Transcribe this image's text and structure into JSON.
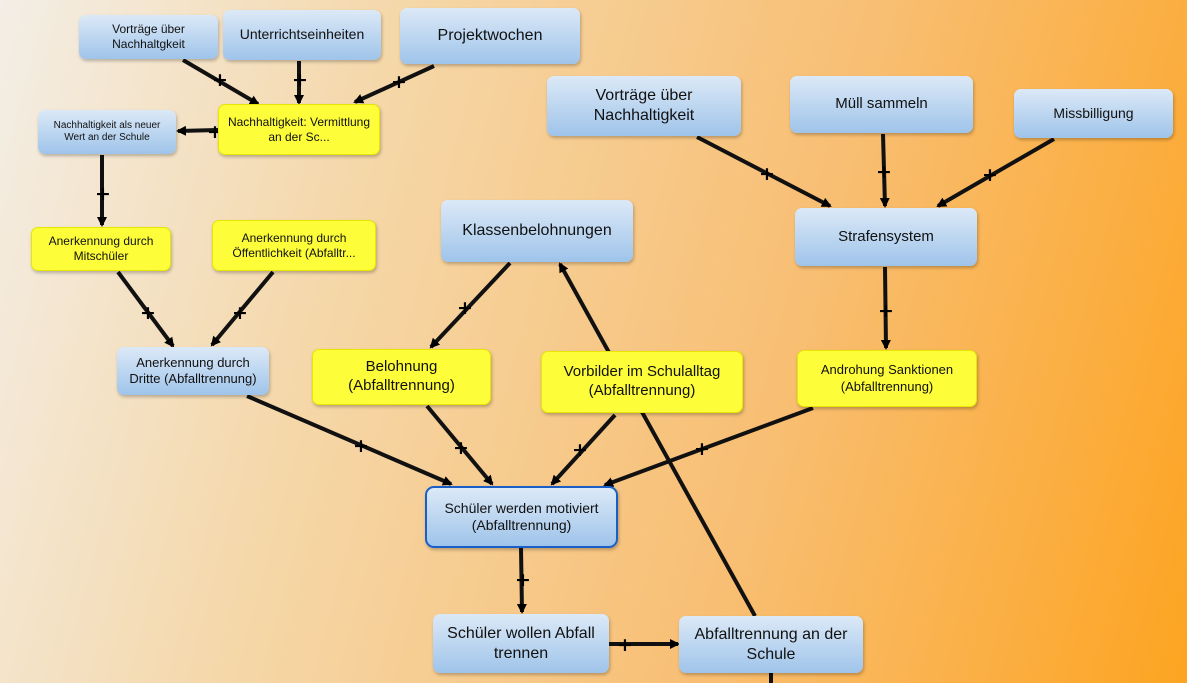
{
  "nodes": {
    "vortraege_1": "Vorträge über Nachhaltgkeit",
    "unterrichtseinheiten": "Unterrichtseinheiten",
    "projektwochen": "Projektwochen",
    "vermittlung": "Nachhaltigkeit: Vermittlung an der Sc...",
    "nachhaltigkeit_wert": "Nachhaltigkeit als neuer Wert an der Schule",
    "anerkennung_mitschueler": "Anerkennung durch Mitschüler",
    "anerkennung_oeffentlichkeit": "Anerkennung durch Öffentlichkeit (Abfalltr...",
    "anerkennung_dritte": "Anerkennung durch Dritte (Abfalltrennung)",
    "klassenbelohnungen": "Klassenbelohnungen",
    "belohnung": "Belohnung (Abfalltrennung)",
    "vorbilder": "Vorbilder im Schulalltag (Abfalltrennung)",
    "vortraege_2": "Vorträge über Nachhaltigkeit",
    "muell_sammeln": "Müll sammeln",
    "missbilligung": "Missbilligung",
    "strafensystem": "Strafensystem",
    "androhung": "Androhung Sanktionen (Abfalltrennung)",
    "motiviert": "Schüler werden motiviert (Abfalltrennung)",
    "wollen_trennen": "Schüler wollen Abfall trennen",
    "abfalltrennung_schule": "Abfalltrennung an der Schule"
  },
  "edge_label": "+"
}
